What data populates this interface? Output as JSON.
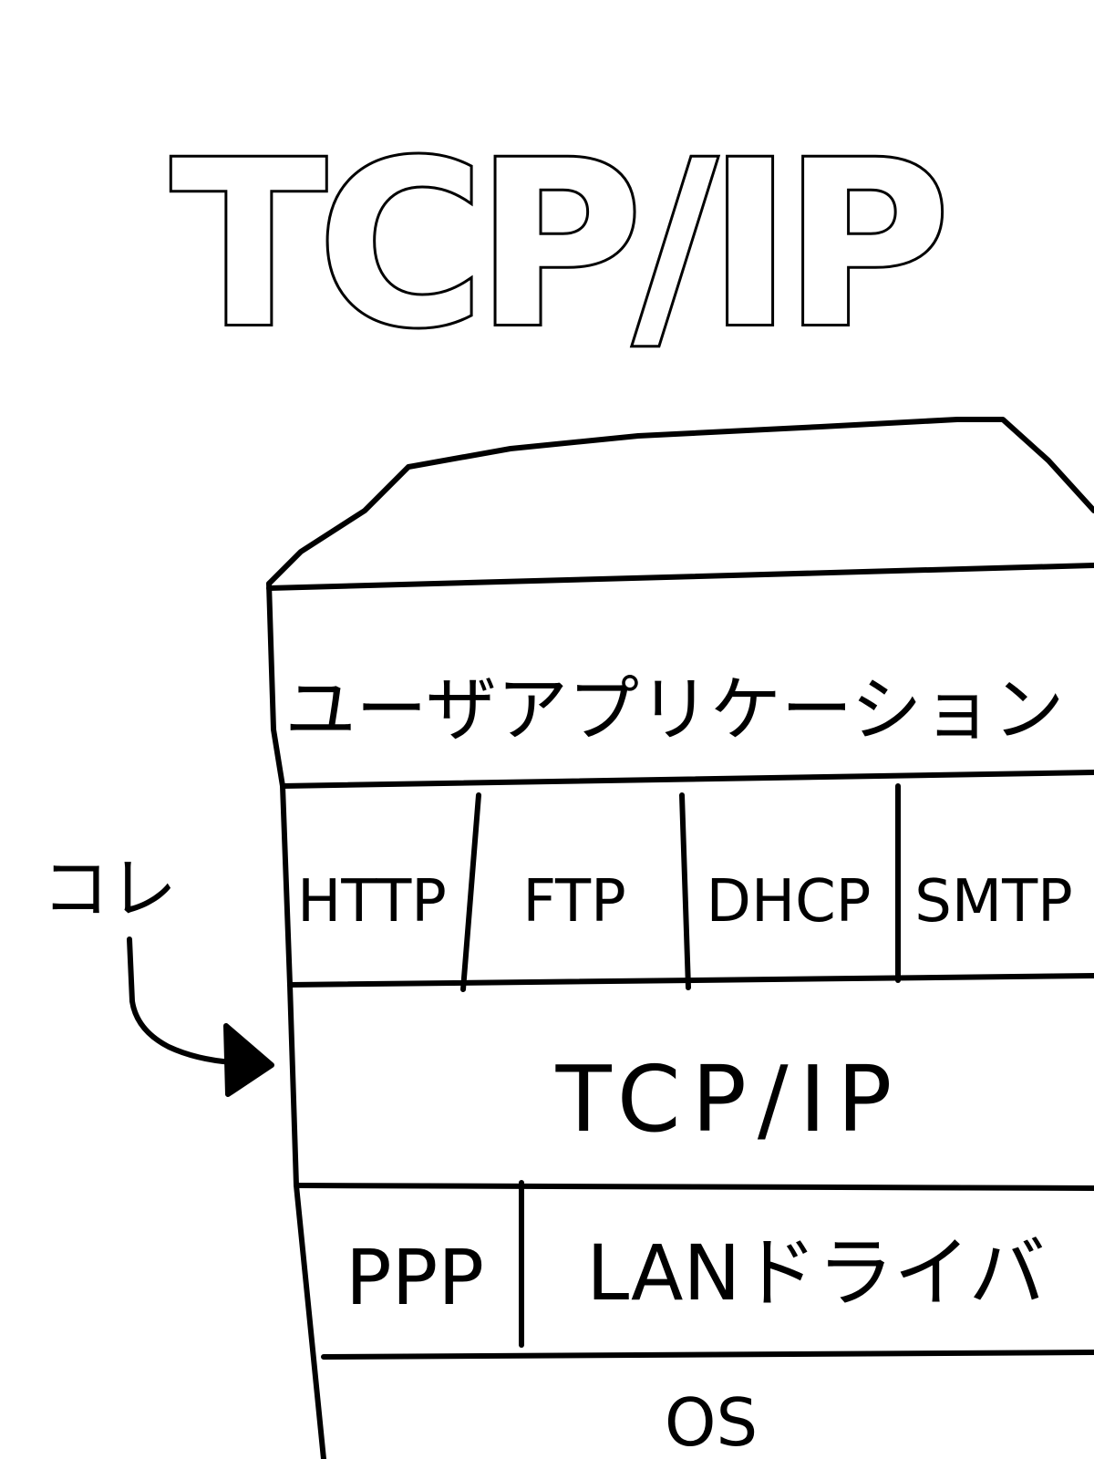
{
  "title": "TCP/IP",
  "annotation": "コレ",
  "layers": {
    "application": "ユーザアプリケーション",
    "protocols": [
      "HTTP",
      "FTP",
      "DHCP",
      "SMTP"
    ],
    "transport": "TCP/IP",
    "link": [
      "PPP",
      "LANドライバ"
    ],
    "os": "OS"
  }
}
